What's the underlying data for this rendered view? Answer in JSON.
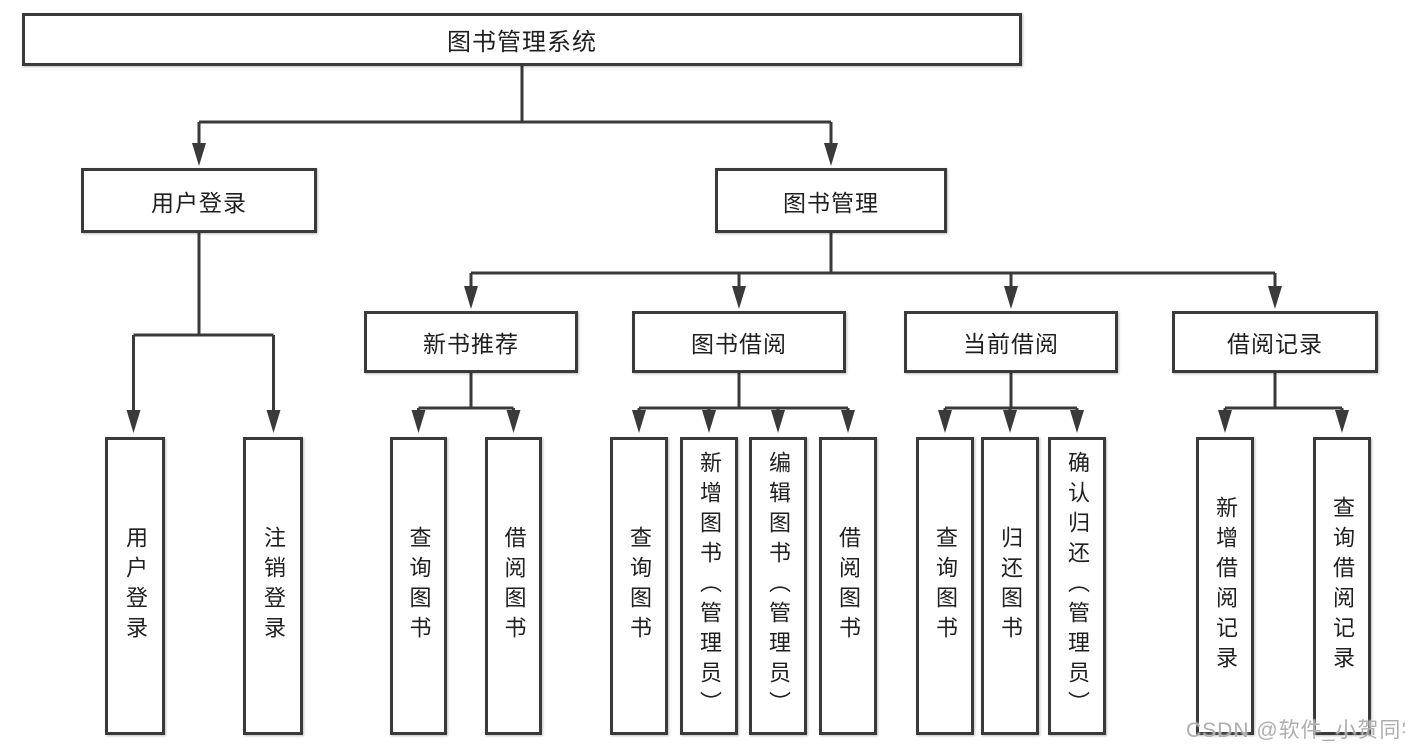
{
  "diagram": {
    "root": {
      "label": "图书管理系统"
    },
    "level2": {
      "user_login": {
        "label": "用户登录"
      },
      "book_management": {
        "label": "图书管理"
      }
    },
    "level3": {
      "new_book_recommend": {
        "label": "新书推荐"
      },
      "book_borrow": {
        "label": "图书借阅"
      },
      "current_borrow": {
        "label": "当前借阅"
      },
      "borrow_records": {
        "label": "借阅记录"
      }
    },
    "leaves": {
      "user_login": {
        "label": "用户登录"
      },
      "logout": {
        "label": "注销登录"
      },
      "nbr_query_books": {
        "label": "查询图书"
      },
      "nbr_borrow_books": {
        "label": "借阅图书"
      },
      "bb_query_books": {
        "label": "查询图书"
      },
      "bb_add_books": {
        "label": "新增图书（管理员）"
      },
      "bb_edit_books": {
        "label": "编辑图书（管理员）"
      },
      "bb_borrow_books": {
        "label": "借阅图书"
      },
      "cb_query_books": {
        "label": "查询图书"
      },
      "cb_return_books": {
        "label": "归还图书"
      },
      "cb_confirm_return": {
        "label": "确认归还（管理员）"
      },
      "br_add_record": {
        "label": "新增借阅记录"
      },
      "br_query_record": {
        "label": "查询借阅记录"
      }
    },
    "edges": [
      {
        "from": "图书管理系统",
        "to": "用户登录"
      },
      {
        "from": "图书管理系统",
        "to": "图书管理"
      },
      {
        "from": "用户登录",
        "to": "用户登录"
      },
      {
        "from": "用户登录",
        "to": "注销登录"
      },
      {
        "from": "图书管理",
        "to": "新书推荐"
      },
      {
        "from": "图书管理",
        "to": "图书借阅"
      },
      {
        "from": "图书管理",
        "to": "当前借阅"
      },
      {
        "from": "图书管理",
        "to": "借阅记录"
      },
      {
        "from": "新书推荐",
        "to": "查询图书"
      },
      {
        "from": "新书推荐",
        "to": "借阅图书"
      },
      {
        "from": "图书借阅",
        "to": "查询图书"
      },
      {
        "from": "图书借阅",
        "to": "新增图书（管理员）"
      },
      {
        "from": "图书借阅",
        "to": "编辑图书（管理员）"
      },
      {
        "from": "图书借阅",
        "to": "借阅图书"
      },
      {
        "from": "当前借阅",
        "to": "查询图书"
      },
      {
        "from": "当前借阅",
        "to": "归还图书"
      },
      {
        "from": "当前借阅",
        "to": "确认归还（管理员）"
      },
      {
        "from": "借阅记录",
        "to": "新增借阅记录"
      },
      {
        "from": "借阅记录",
        "to": "查询借阅记录"
      }
    ]
  },
  "watermark": {
    "text": "CSDN @软件_小贺同学"
  },
  "colors": {
    "line": "#3a3a3a",
    "box_border": "#3a3a3a",
    "box_fill": "#ffffff",
    "text": "#1f1f1f",
    "watermark": "#aeaeae"
  }
}
